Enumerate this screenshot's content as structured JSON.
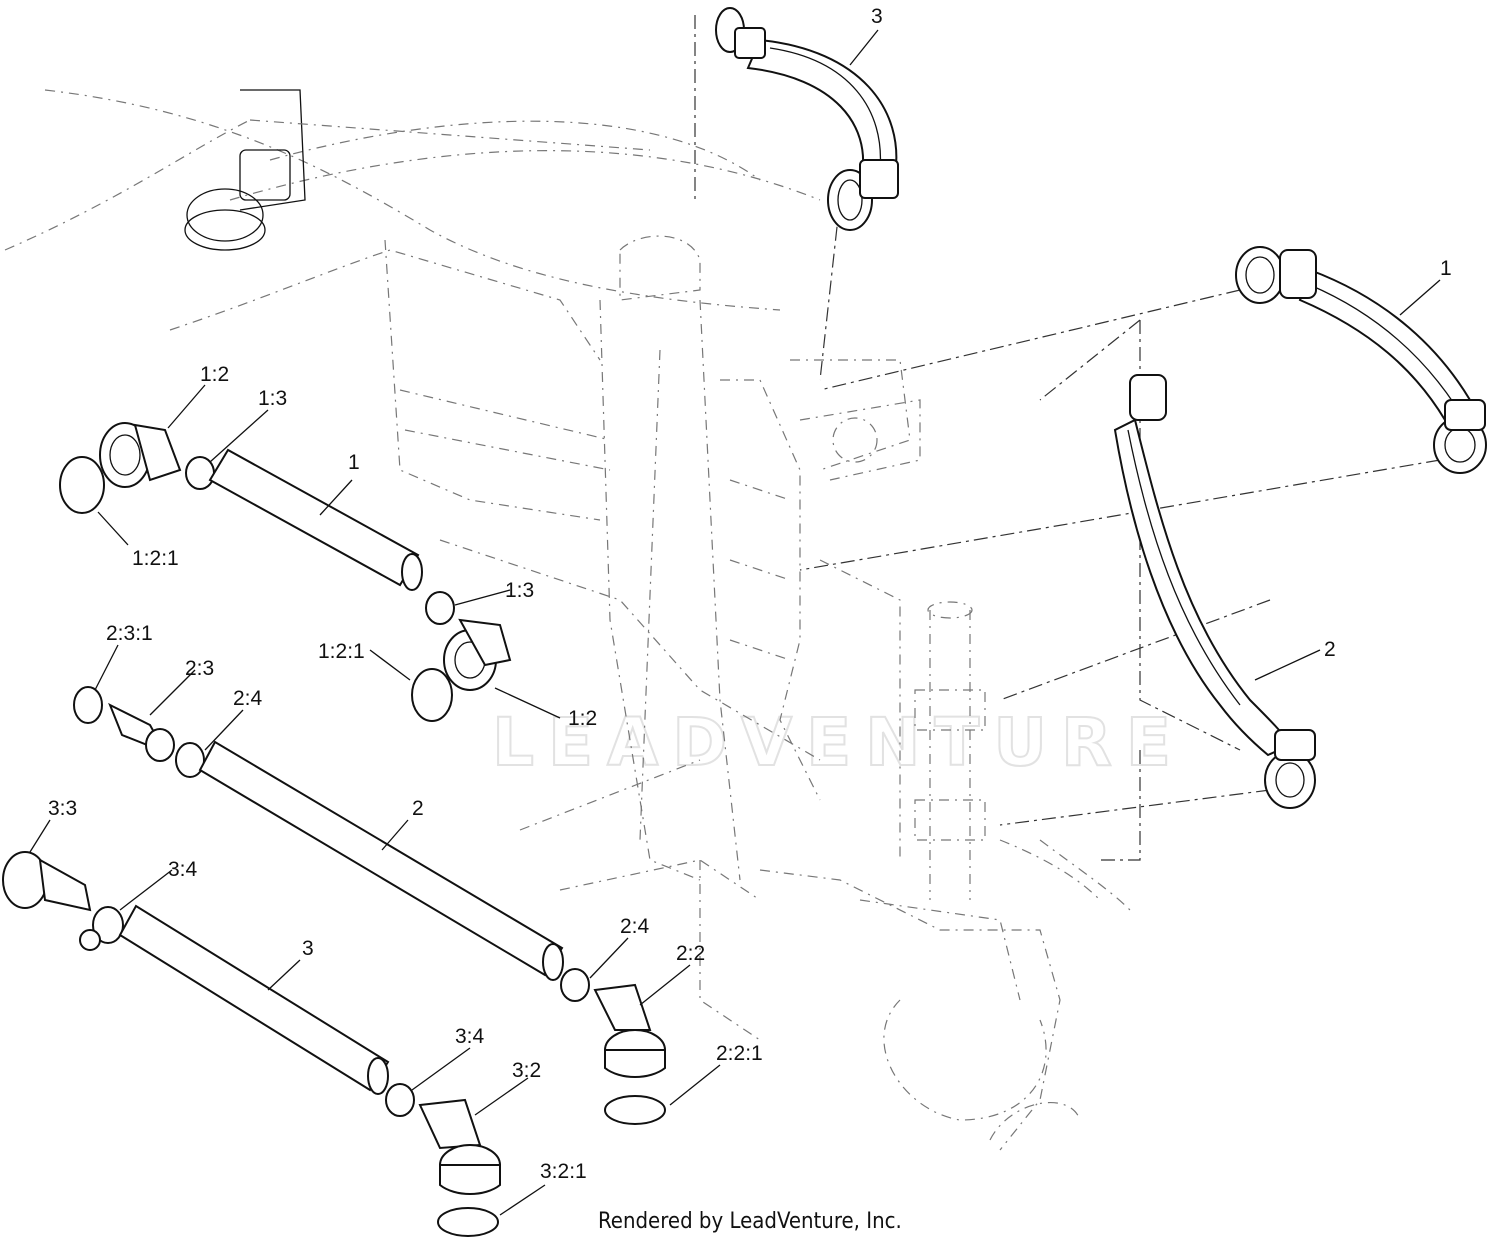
{
  "diagram": {
    "credit": "Rendered by LeadVenture, Inc.",
    "watermark": "LEADVENTURE",
    "accent_color": "#111111",
    "labels": {
      "p3_top": "3",
      "p1_right": "1",
      "p2_right": "2",
      "p1_2_a": "1:2",
      "p1_3_a": "1:3",
      "p1_mid": "1",
      "p1_2_1_a": "1:2:1",
      "p1_3_b": "1:3",
      "p1_2_1_b": "1:2:1",
      "p1_2_b": "1:2",
      "p2_3_1": "2:3:1",
      "p2_3": "2:3",
      "p2_4_a": "2:4",
      "p2_mid": "2",
      "p3_3": "3:3",
      "p3_4_a": "3:4",
      "p3_mid": "3",
      "p2_4_b": "2:4",
      "p2_2": "2:2",
      "p2_2_1": "2:2:1",
      "p3_4_b": "3:4",
      "p3_2": "3:2",
      "p3_2_1": "3:2:1"
    }
  }
}
